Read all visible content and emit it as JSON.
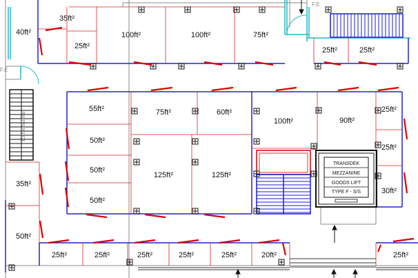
{
  "labels": {
    "fe_top": "F.E",
    "fe_left": "F.E",
    "exist_stairs": "Exist stairs",
    "lift_lines": [
      "TRANSDEK",
      "MEZZANINE",
      "GOODS LIFT",
      "TYPE F - S/S"
    ]
  },
  "rooms": [
    {
      "area": "35ft²"
    },
    {
      "area": "40ft²"
    },
    {
      "area": "25ft²"
    },
    {
      "area": "100ft²"
    },
    {
      "area": "100ft²"
    },
    {
      "area": "75ft²"
    },
    {
      "area": "25ft²"
    },
    {
      "area": "25ft²"
    },
    {
      "area": "55ft²"
    },
    {
      "area": "75ft²"
    },
    {
      "area": "60ft²"
    },
    {
      "area": "100ft²"
    },
    {
      "area": "90ft²"
    },
    {
      "area": "25ft²"
    },
    {
      "area": "50ft²"
    },
    {
      "area": "25ft²"
    },
    {
      "area": "50ft²"
    },
    {
      "area": "125ft²"
    },
    {
      "area": "125ft²"
    },
    {
      "area": "30ft²"
    },
    {
      "area": "35ft²"
    },
    {
      "area": "50ft²"
    },
    {
      "area": "50ft²"
    },
    {
      "area": "25ft²"
    },
    {
      "area": "25ft²"
    },
    {
      "area": "25ft²"
    },
    {
      "area": "25ft²"
    },
    {
      "area": "25ft²"
    },
    {
      "area": "20ft²"
    },
    {
      "area": "25ft²"
    }
  ],
  "colors": {
    "wall": "#2222cc",
    "partition": "#dd2222",
    "door": "#cc0000",
    "stairs": "#1b1bd6",
    "fire_exit": "#20b8c8",
    "outline": "#888888"
  }
}
